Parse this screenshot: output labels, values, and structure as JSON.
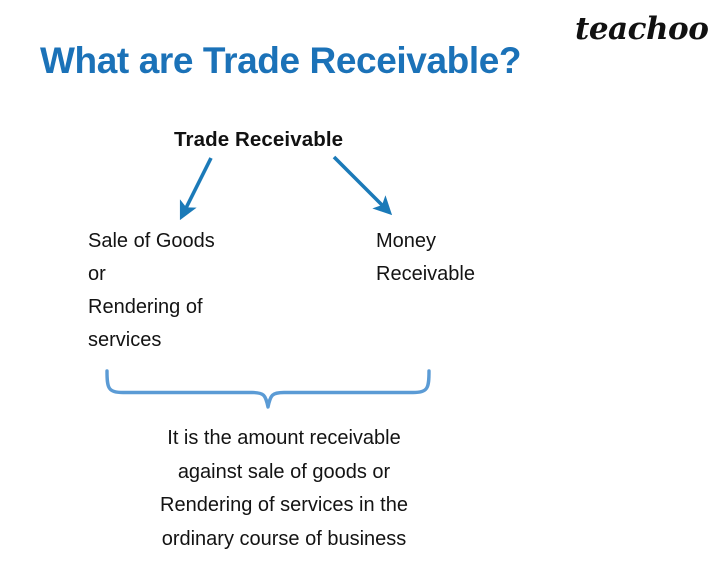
{
  "brand": {
    "logo_text": "teachoo"
  },
  "slide": {
    "title": "What are Trade Receivable?"
  },
  "diagram": {
    "root": {
      "label": "Trade Receivable"
    },
    "branches": [
      {
        "id": "sale-of-goods",
        "lines": [
          "Sale of Goods",
          "or",
          "Rendering of",
          "services"
        ]
      },
      {
        "id": "money-receivable",
        "lines": [
          "Money",
          "Receivable"
        ]
      }
    ],
    "summary": {
      "lines": [
        "It is the amount receivable",
        "against sale of goods or",
        "Rendering of services in the",
        "ordinary course of business"
      ]
    },
    "connectors": {
      "arrow_left_name": "arrow-to-sale-of-goods",
      "arrow_right_name": "arrow-to-money-receivable",
      "brace_name": "curly-brace-down"
    }
  },
  "colors": {
    "title_blue": "#1B72B8",
    "arrow_blue": "#1B7AB8",
    "brace_blue": "#5B9BD5",
    "text_black": "#131313",
    "background": "#FFFFFF"
  }
}
